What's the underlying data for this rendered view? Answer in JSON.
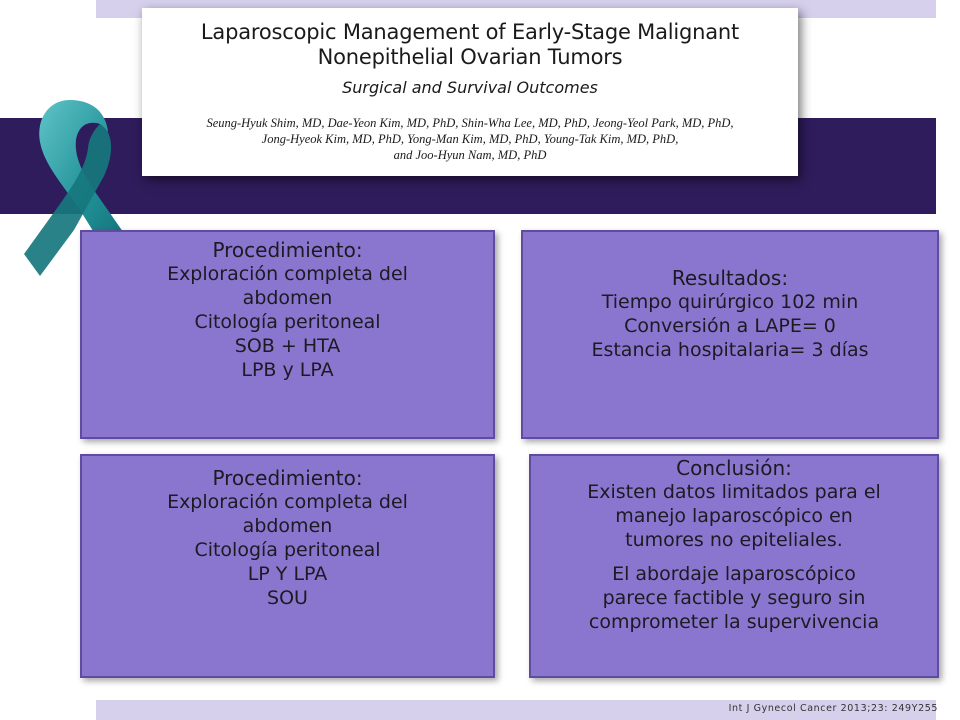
{
  "paper": {
    "title_line1": "Laparoscopic Management of Early-Stage Malignant",
    "title_line2": "Nonepithelial Ovarian Tumors",
    "subtitle": "Surgical and Survival Outcomes",
    "authors_line1": "Seung-Hyuk Shim, MD, Dae-Yeon Kim, MD, PhD, Shin-Wha Lee, MD, PhD, Jeong-Yeol Park, MD, PhD,",
    "authors_line2": "Jong-Hyeok Kim, MD, PhD, Yong-Man Kim, MD, PhD, Young-Tak Kim, MD, PhD,",
    "authors_line3": "and Joo-Hyun Nam, MD, PhD"
  },
  "box_procedure_1": {
    "lines": [
      "Procedimiento:",
      "Exploración completa del",
      "abdomen",
      "Citología peritoneal",
      "SOB + HTA",
      "LPB y LPA"
    ]
  },
  "box_results": {
    "lines": [
      "Resultados:",
      "Tiempo quirúrgico 102 min",
      "Conversión a LAPE= 0",
      "Estancia hospitalaria= 3 días"
    ]
  },
  "box_procedure_2": {
    "lines": [
      "Procedimiento:",
      "Exploración completa del",
      "abdomen",
      "Citología peritoneal",
      "LP Y LPA",
      "SOU"
    ]
  },
  "box_conclusion": {
    "lines": [
      "Conclusión:",
      "Existen datos limitados para el",
      "manejo laparoscópico en",
      "tumores no epiteliales.",
      "El abordaje laparoscópico",
      "parece  factible y seguro sin",
      "comprometer la supervivencia"
    ]
  },
  "citation": "Int J Gynecol Cancer 2013;23: 249Y255",
  "colors": {
    "band": "#2f1c5c",
    "box_fill": "#8b76cf",
    "stripe": "#d6d0ec",
    "ribbon": "#1f8f96"
  }
}
